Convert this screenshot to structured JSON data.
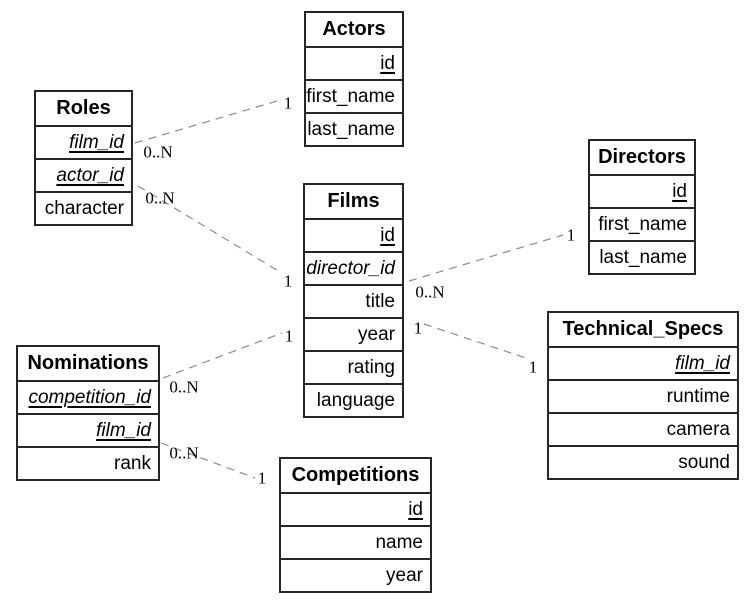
{
  "diagram": {
    "type": "entity-relationship-schema",
    "background_color": "#ffffff",
    "table_border_color": "#262626",
    "relationship_line_color": "#8c8c8c",
    "relationship_line_style": "dashed",
    "text_color": "#000000"
  },
  "tables": [
    {
      "name": "Actors",
      "fields": [
        {
          "name": "id",
          "key": "pk"
        },
        {
          "name": "first_name",
          "key": ""
        },
        {
          "name": "last_name",
          "key": ""
        }
      ]
    },
    {
      "name": "Roles",
      "fields": [
        {
          "name": "film_id",
          "key": "pk-fk"
        },
        {
          "name": "actor_id",
          "key": "pk-fk"
        },
        {
          "name": "character",
          "key": ""
        }
      ]
    },
    {
      "name": "Films",
      "fields": [
        {
          "name": "id",
          "key": "pk"
        },
        {
          "name": "director_id",
          "key": "fk"
        },
        {
          "name": "title",
          "key": ""
        },
        {
          "name": "year",
          "key": ""
        },
        {
          "name": "rating",
          "key": ""
        },
        {
          "name": "language",
          "key": ""
        }
      ]
    },
    {
      "name": "Directors",
      "fields": [
        {
          "name": "id",
          "key": "pk"
        },
        {
          "name": "first_name",
          "key": ""
        },
        {
          "name": "last_name",
          "key": ""
        }
      ]
    },
    {
      "name": "Nominations",
      "fields": [
        {
          "name": "competition_id",
          "key": "pk-fk"
        },
        {
          "name": "film_id",
          "key": "pk-fk"
        },
        {
          "name": "rank",
          "key": ""
        }
      ]
    },
    {
      "name": "Technical_Specs",
      "fields": [
        {
          "name": "film_id",
          "key": "pk-fk"
        },
        {
          "name": "runtime",
          "key": ""
        },
        {
          "name": "camera",
          "key": ""
        },
        {
          "name": "sound",
          "key": ""
        }
      ]
    },
    {
      "name": "Competitions",
      "fields": [
        {
          "name": "id",
          "key": "pk"
        },
        {
          "name": "name",
          "key": ""
        },
        {
          "name": "year",
          "key": ""
        }
      ]
    }
  ],
  "relationships": [
    {
      "from": "Roles",
      "to": "Actors",
      "from_card": "0..N",
      "to_card": "1"
    },
    {
      "from": "Roles",
      "to": "Films",
      "from_card": "0..N",
      "to_card": "1"
    },
    {
      "from": "Films",
      "to": "Directors",
      "from_card": "0..N",
      "to_card": "1"
    },
    {
      "from": "Films",
      "to": "Technical_Specs",
      "from_card": "1",
      "to_card": "1"
    },
    {
      "from": "Nominations",
      "to": "Films",
      "from_card": "0..N",
      "to_card": "1"
    },
    {
      "from": "Nominations",
      "to": "Competitions",
      "from_card": "0..N",
      "to_card": "1"
    }
  ]
}
